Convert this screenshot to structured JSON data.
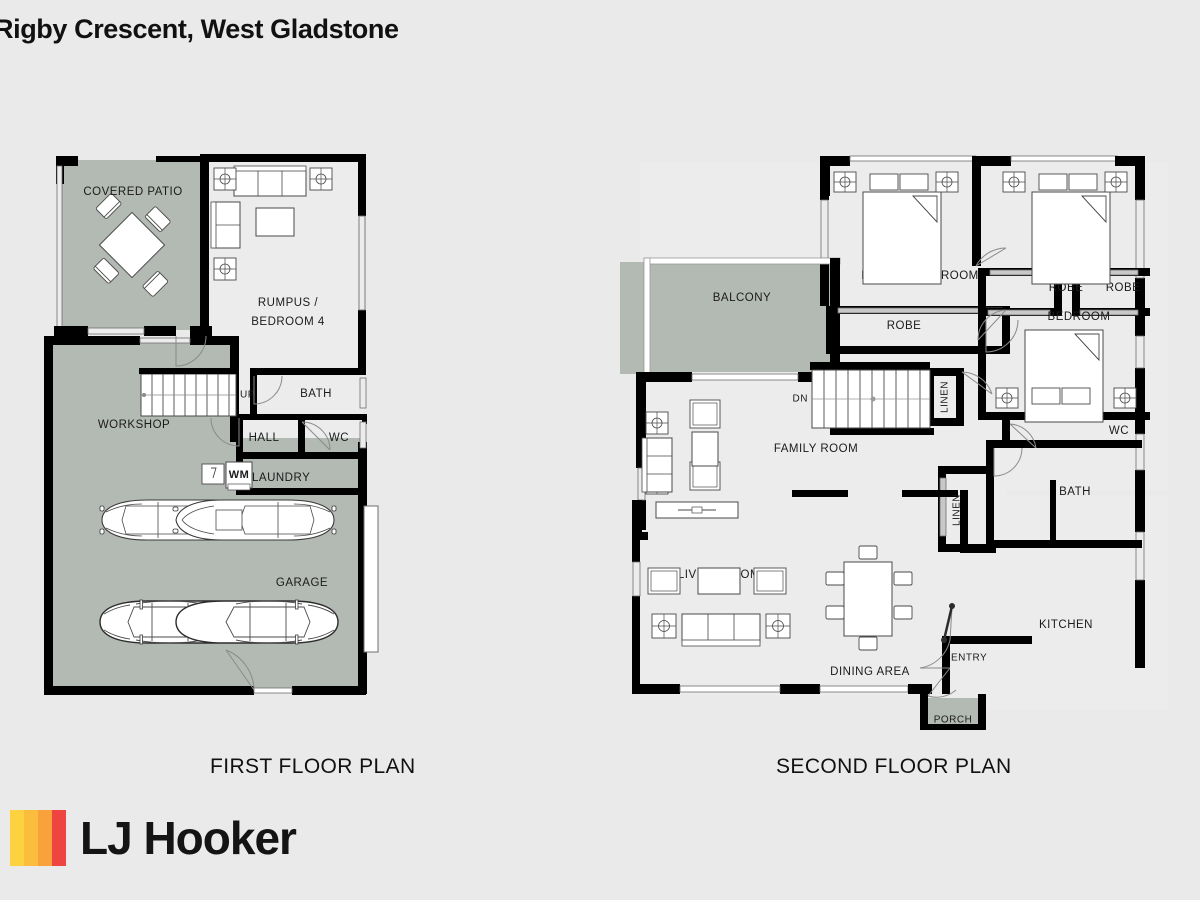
{
  "page": {
    "title": "Rigby Crescent, West Gladstone",
    "background_color": "#eaeaea"
  },
  "colors": {
    "wall": "#000000",
    "room_fill": "#ececec",
    "shaded_fill": "#b3b9b3",
    "furniture_stroke": "#4a4a4a",
    "furniture_fill": "#ffffff",
    "logo_yellow": "#fcd240",
    "logo_orange": "#f9a13a",
    "logo_red": "#ee4540",
    "text": "#1b1b1b"
  },
  "brand": {
    "name": "LJ Hooker",
    "mark_name": "lj-hooker-bars"
  },
  "plans": [
    {
      "id": "first-floor",
      "caption": "FIRST FLOOR PLAN",
      "rooms": [
        {
          "key": "covered_patio",
          "label": "COVERED PATIO",
          "shaded": true
        },
        {
          "key": "rumpus",
          "label_line1": "RUMPUS /",
          "label_line2": "BEDROOM 4",
          "shaded": false
        },
        {
          "key": "bath",
          "label": "BATH",
          "shaded": false
        },
        {
          "key": "wc",
          "label": "WC",
          "shaded": false
        },
        {
          "key": "hall",
          "label": "HALL",
          "shaded": false
        },
        {
          "key": "laundry",
          "label": "LAUNDRY",
          "shaded": true
        },
        {
          "key": "workshop",
          "label": "WORKSHOP",
          "shaded": true
        },
        {
          "key": "garage",
          "label": "GARAGE",
          "shaded": true
        }
      ],
      "markers": [
        {
          "key": "stair_up",
          "label": "UP"
        },
        {
          "key": "washing_machine",
          "label": "WM"
        }
      ],
      "car_count": 4
    },
    {
      "id": "second-floor",
      "caption": "SECOND FLOOR PLAN",
      "rooms": [
        {
          "key": "balcony",
          "label": "BALCONY",
          "shaded": true
        },
        {
          "key": "master_bedroom",
          "label": "MASTER BEDROOM",
          "shaded": false
        },
        {
          "key": "master_robe",
          "label": "ROBE",
          "shaded": false
        },
        {
          "key": "bedroom_2",
          "label": "BEDROOM",
          "shaded": false
        },
        {
          "key": "robe_2",
          "label": "ROBE",
          "shaded": false
        },
        {
          "key": "robe_3",
          "label": "ROBE",
          "shaded": false
        },
        {
          "key": "bedroom_3",
          "label": "BEDROOM",
          "shaded": false
        },
        {
          "key": "linen_upper",
          "label": "LINEN",
          "shaded": false
        },
        {
          "key": "wc",
          "label": "WC",
          "shaded": false
        },
        {
          "key": "bath",
          "label": "BATH",
          "shaded": false
        },
        {
          "key": "linen_lower",
          "label": "LINEN",
          "shaded": false
        },
        {
          "key": "family_room",
          "label": "FAMILY ROOM",
          "shaded": false
        },
        {
          "key": "living_room",
          "label": "LIVING ROOM",
          "shaded": false
        },
        {
          "key": "dining_area",
          "label": "DINING AREA",
          "shaded": false
        },
        {
          "key": "kitchen",
          "label": "KITCHEN",
          "shaded": false
        },
        {
          "key": "entry",
          "label": "ENTRY",
          "shaded": false
        },
        {
          "key": "porch",
          "label": "PORCH",
          "shaded": true
        }
      ],
      "markers": [
        {
          "key": "stair_down",
          "label": "DN"
        }
      ]
    }
  ]
}
